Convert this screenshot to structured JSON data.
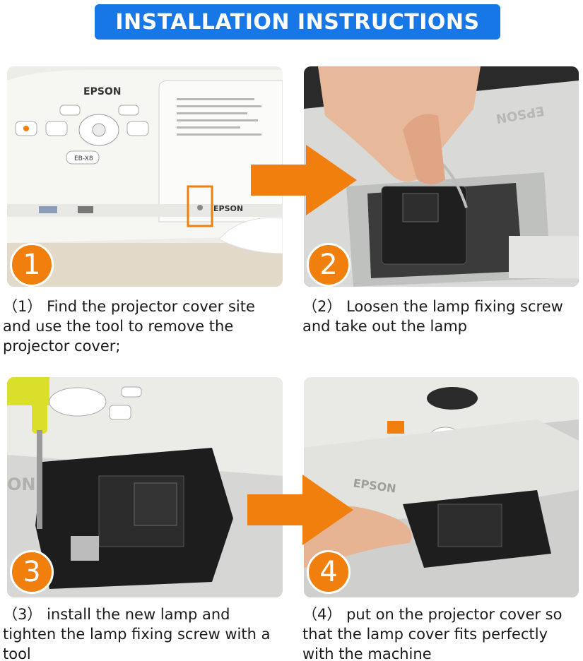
{
  "banner": {
    "title": "INSTALLATION INSTRUCTIONS"
  },
  "colors": {
    "banner": "#1877e6",
    "accent": "#f07f0e",
    "text": "#1a1a1a"
  },
  "photos": {
    "p1": {
      "brand": "EPSON",
      "model": "EB-X8",
      "brand2": "EPSON"
    },
    "p2": {
      "brand": "EPSON"
    },
    "p3": {
      "brand": "ON"
    },
    "p4": {
      "brand": "EPSON"
    }
  },
  "steps": [
    {
      "badge": "1",
      "marker": "（1）",
      "text": "Find the projector cover site and use the tool to remove the projector cover;"
    },
    {
      "badge": "2",
      "marker": "（2）",
      "text": "Loosen the lamp fixing screw and take out the lamp"
    },
    {
      "badge": "3",
      "marker": "（3）",
      "text": "install the new lamp and tighten the lamp fixing screw with a tool"
    },
    {
      "badge": "4",
      "marker": "（4）",
      "text": "put on the projector cover so that the lamp cover fits perfectly with the machine"
    }
  ],
  "icons": [
    "arrow-right-icon"
  ]
}
